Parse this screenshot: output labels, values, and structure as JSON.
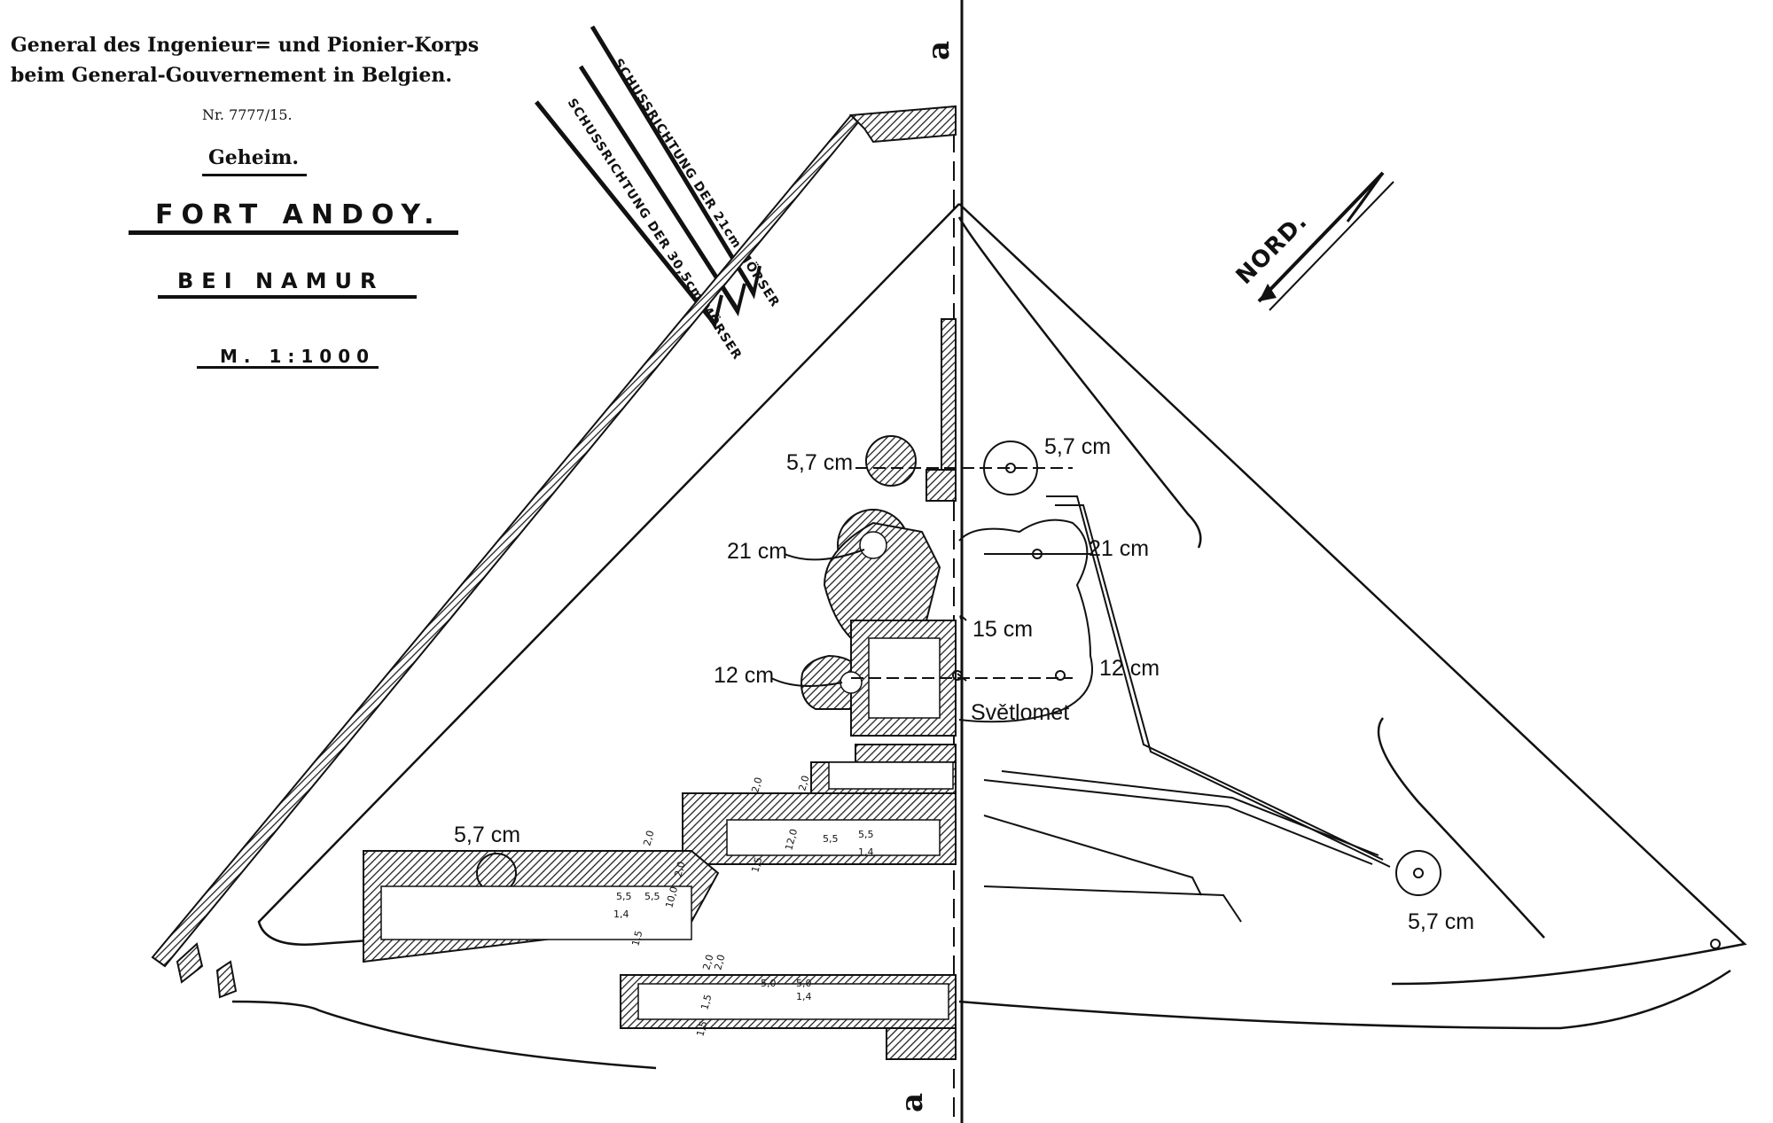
{
  "header": {
    "line1": "General des Ingenieur= und Pionier-Korps",
    "line2": "beim General-Gouvernement in Belgien.",
    "ref": "Nr. 7777/15.",
    "classification": "Geheim.",
    "fort_name": "FORT ANDOY.",
    "location": "BEI NAMUR",
    "scale": "M. 1:1000"
  },
  "fire_directions": {
    "mortar_21": "SCHUSSRICHTUNG DER 21cm MÖRSER",
    "mortar_30_5": "SCHUSSRICHTUNG DER 30,5cm MÖRSER"
  },
  "north_label": "NORD.",
  "section_marks": {
    "top": "a",
    "bottom": "a"
  },
  "measurements": {
    "casemate_widths": [
      "5,5",
      "5,5",
      "5,5",
      "5,5",
      "5,0",
      "5,0"
    ],
    "small_dims": [
      "2,0",
      "2,0",
      "2,0",
      "2,0",
      "2,0",
      "1,4",
      "1,4",
      "1,5",
      "1,5",
      "1,5",
      "1,4",
      "12,0",
      "10,0",
      "2,0",
      "1,5"
    ]
  },
  "annotations": {
    "gun_57_top_left": "5,7 cm",
    "gun_57_top_right": "5,7 cm",
    "gun_21_left": "21 cm",
    "gun_21_right": "21 cm",
    "gun_15": "15 cm",
    "gun_12_left": "12 cm",
    "gun_12_right": "12 cm",
    "searchlight": "Světlomet",
    "gun_57_west": "5,7 cm",
    "gun_57_east": "5,7 cm"
  },
  "colors": {
    "ink": "#111111",
    "paper": "#ffffff",
    "hatch": "#222222"
  }
}
